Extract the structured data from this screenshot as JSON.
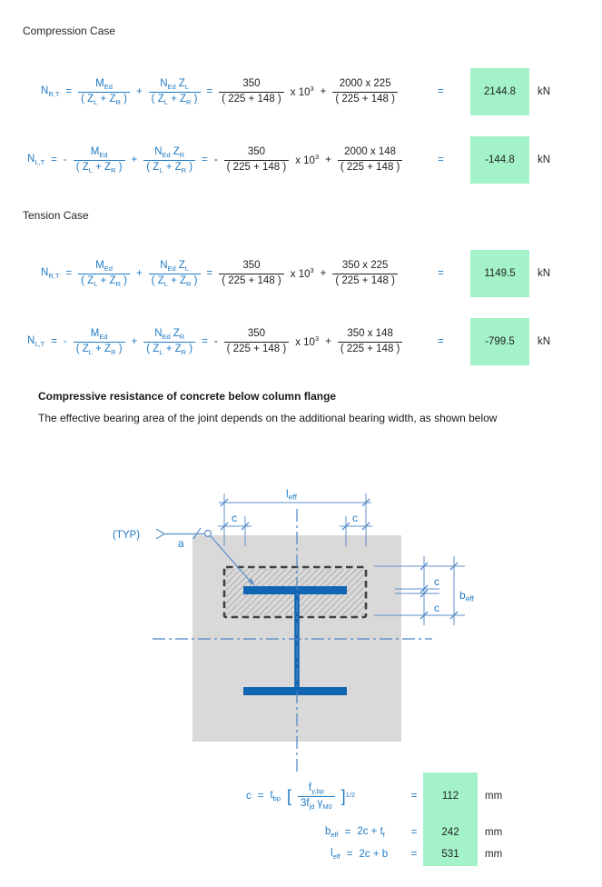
{
  "colors": {
    "formula_blue": "#1F7AC4",
    "result_green": "#A3F2C8",
    "concrete_gray": "#D9D9D9",
    "beam_blue": "#1166B3",
    "dim_line_blue": "#5D8FCB",
    "hatch_border_gray": "#404040"
  },
  "headings": {
    "compression": "Compression Case",
    "tension": "Tension Case"
  },
  "section": {
    "heading": "Compressive resistance of concrete below column flange",
    "body": "The effective bearing area of the joint depends on the additional bearing width, as shown below"
  },
  "sym": {
    "N": "N",
    "M": "M",
    "Z": "Z",
    "Ed": "Ed",
    "eq": "=",
    "plus": "+",
    "minus": "-",
    "lpZ": "( Z",
    "pZ": " + Z",
    "rp": " )",
    "subL": "L",
    "subR": "R",
    "n350": "350",
    "den": "( 225 + 148 )",
    "x10": "x 10",
    "exp3": "3"
  },
  "cases": [
    {
      "heading": "Compression Case",
      "rows": [
        {
          "label_sub": "R,T",
          "z2": "L",
          "num4": "2000 x 225",
          "result": "2144.8",
          "unit": "kN"
        },
        {
          "label_sub": "L,T",
          "z2": "R",
          "num4": "2000 x 148",
          "result": "-144.8",
          "unit": "kN"
        }
      ]
    },
    {
      "heading": "Tension Case",
      "rows": [
        {
          "label_sub": "R,T",
          "z2": "L",
          "num4": "350 x 225",
          "result": "1149.5",
          "unit": "kN"
        },
        {
          "label_sub": "L,T",
          "z2": "R",
          "num4": "350 x 148",
          "result": "-799.5",
          "unit": "kN"
        }
      ]
    }
  ],
  "diagram": {
    "typ": "(TYP)",
    "a": "a",
    "c": "c",
    "leff": "l",
    "beff": "b",
    "eff": "eff"
  },
  "bottom": {
    "c": "c",
    "eq": "=",
    "t": "t",
    "bp": "bp",
    "lbr": "[",
    "rbr": "]",
    "exp": "1/2",
    "fy": "f",
    "fysub": "y,bp",
    "den3f": "3f",
    "jd": "jd",
    "gamma": "γ",
    "m0": "M0",
    "beff": "b",
    "leff": "l",
    "eff": "eff",
    "rhs_b": "2c + t",
    "rhs_b_sub": "f",
    "rhs_l": "2c + b",
    "rows": [
      {
        "result": "112",
        "unit": "mm"
      },
      {
        "result": "242",
        "unit": "mm"
      },
      {
        "result": "531",
        "unit": "mm"
      }
    ]
  }
}
